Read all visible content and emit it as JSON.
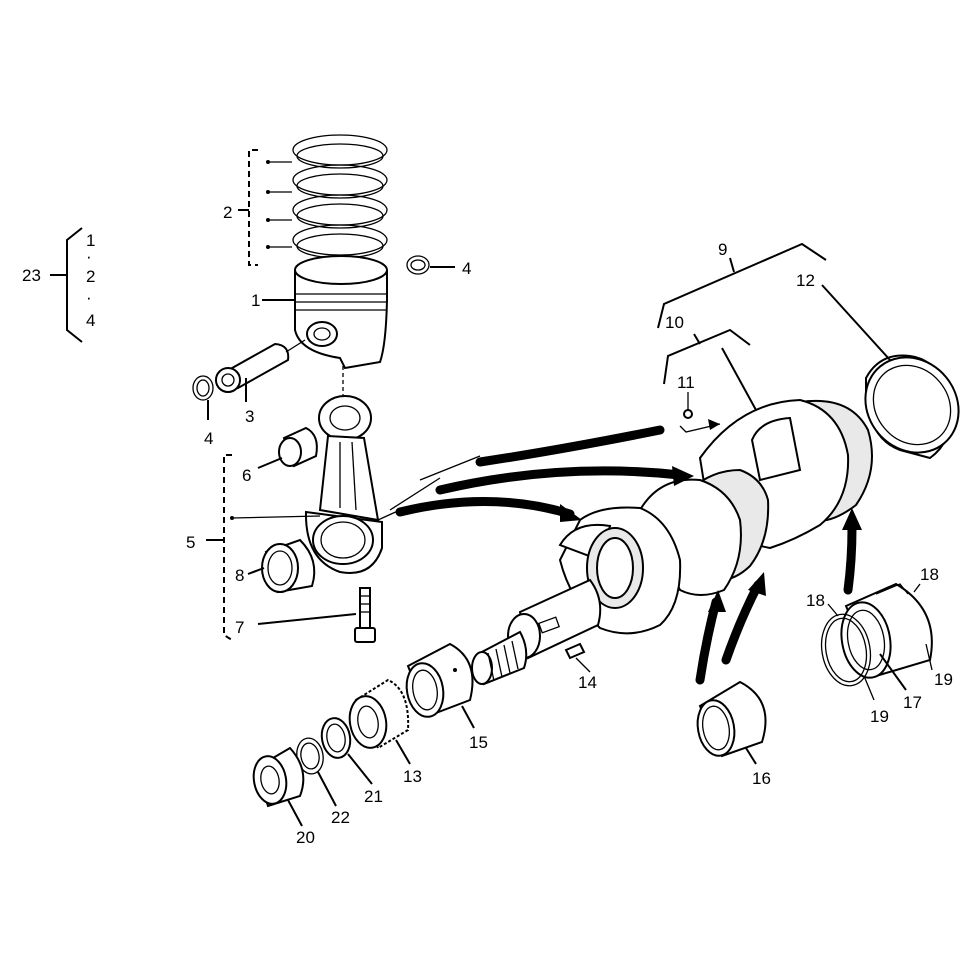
{
  "callouts": [
    {
      "id": "1",
      "text": "1"
    },
    {
      "id": "2",
      "text": "2"
    },
    {
      "id": "3",
      "text": "3"
    },
    {
      "id": "4a",
      "text": "4"
    },
    {
      "id": "4b",
      "text": "4"
    },
    {
      "id": "5",
      "text": "5"
    },
    {
      "id": "6",
      "text": "6"
    },
    {
      "id": "7",
      "text": "7"
    },
    {
      "id": "8",
      "text": "8"
    },
    {
      "id": "9",
      "text": "9"
    },
    {
      "id": "10",
      "text": "10"
    },
    {
      "id": "11",
      "text": "11"
    },
    {
      "id": "12",
      "text": "12"
    },
    {
      "id": "13",
      "text": "13"
    },
    {
      "id": "14",
      "text": "14"
    },
    {
      "id": "15",
      "text": "15"
    },
    {
      "id": "16",
      "text": "16"
    },
    {
      "id": "17",
      "text": "17"
    },
    {
      "id": "18a",
      "text": "18"
    },
    {
      "id": "18b",
      "text": "18"
    },
    {
      "id": "19a",
      "text": "19"
    },
    {
      "id": "19b",
      "text": "19"
    },
    {
      "id": "20",
      "text": "20"
    },
    {
      "id": "21",
      "text": "21"
    },
    {
      "id": "22",
      "text": "22"
    }
  ],
  "kit_group": {
    "label": "23",
    "items": [
      "1",
      "·",
      "2",
      "·",
      "4"
    ]
  }
}
